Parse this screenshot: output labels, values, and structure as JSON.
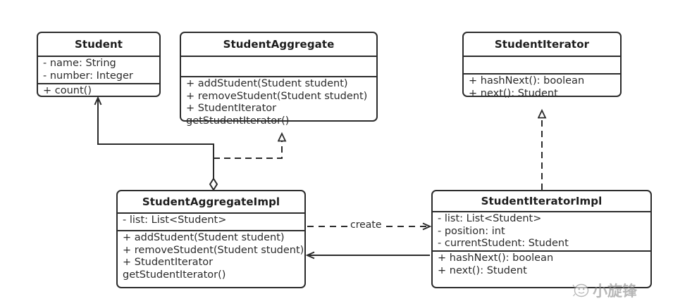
{
  "diagram": {
    "type": "uml-class-diagram",
    "title_semantic": "iterator-pattern-class-diagram",
    "colors": {
      "stroke": "#2b2b2b",
      "background": "#ffffff",
      "text": "#2b2b2b",
      "watermark": "#8c8c8c"
    }
  },
  "classes": {
    "student": {
      "name": "Student",
      "attributes": [
        "- name: String",
        "- number: Integer"
      ],
      "methods": [
        "+ count()"
      ]
    },
    "student_aggregate": {
      "name": "StudentAggregate",
      "attributes": [],
      "methods": [
        "+ addStudent(Student student)",
        "+ removeStudent(Student student)",
        "+ StudentIterator getStudentIterator()"
      ]
    },
    "student_iterator": {
      "name": "StudentIterator",
      "attributes": [],
      "methods": [
        "+ hashNext(): boolean",
        "+ next(): Student"
      ]
    },
    "student_aggregate_impl": {
      "name": "StudentAggregateImpl",
      "attributes": [
        "- list: List<Student>"
      ],
      "methods": [
        "+ addStudent(Student student)",
        "+ removeStudent(Student student)",
        "+ StudentIterator getStudentIterator()"
      ]
    },
    "student_iterator_impl": {
      "name": "StudentIteratorImpl",
      "attributes": [
        "- list: List<Student>",
        "- position: int",
        "- currentStudent: Student"
      ],
      "methods": [
        "+ hashNext(): boolean",
        "+ next(): Student"
      ]
    }
  },
  "relations": {
    "aggregate_impl_to_student": {
      "label": "",
      "kind": "aggregation-association",
      "from": "StudentAggregateImpl",
      "to": "Student"
    },
    "aggregate_impl_realizes_aggregate": {
      "label": "",
      "kind": "realization",
      "from": "StudentAggregateImpl",
      "to": "StudentAggregate"
    },
    "iterator_impl_realizes_iterator": {
      "label": "",
      "kind": "realization",
      "from": "StudentIteratorImpl",
      "to": "StudentIterator"
    },
    "aggregate_impl_creates_iterator_impl": {
      "label": "create",
      "kind": "dependency",
      "from": "StudentAggregateImpl",
      "to": "StudentIteratorImpl"
    },
    "iterator_impl_to_aggregate_impl": {
      "label": "",
      "kind": "association",
      "from": "StudentIteratorImpl",
      "to": "StudentAggregateImpl"
    }
  },
  "watermark": {
    "text": "小旋锋",
    "icon": "penguin-face-icon"
  }
}
